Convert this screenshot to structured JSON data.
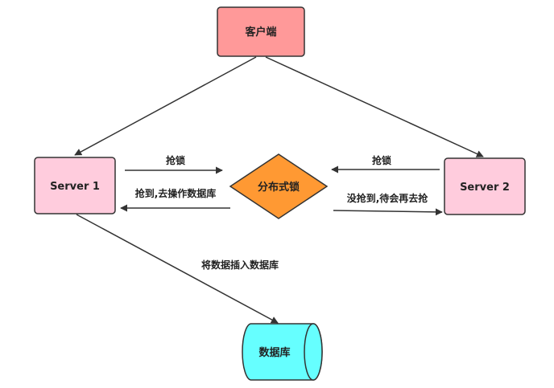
{
  "nodes": {
    "client": {
      "label": "客户端",
      "fill": "#ff9999"
    },
    "server1": {
      "label": "Server 1",
      "fill": "#ffccdd"
    },
    "server2": {
      "label": "Server 2",
      "fill": "#ffccdd"
    },
    "lock": {
      "label": "分布式锁",
      "fill": "#ff9933"
    },
    "database": {
      "label": "数据库",
      "fill": "#66ffff"
    }
  },
  "edges": {
    "s1_grab": "抢锁",
    "s1_got": "抢到,去操作数据库",
    "s2_grab": "抢锁",
    "s2_not_got": "没抢到,待会再去抢",
    "s1_insert": "将数据插入数据库"
  },
  "colors": {
    "stroke": "#333333",
    "line": "#333333"
  }
}
